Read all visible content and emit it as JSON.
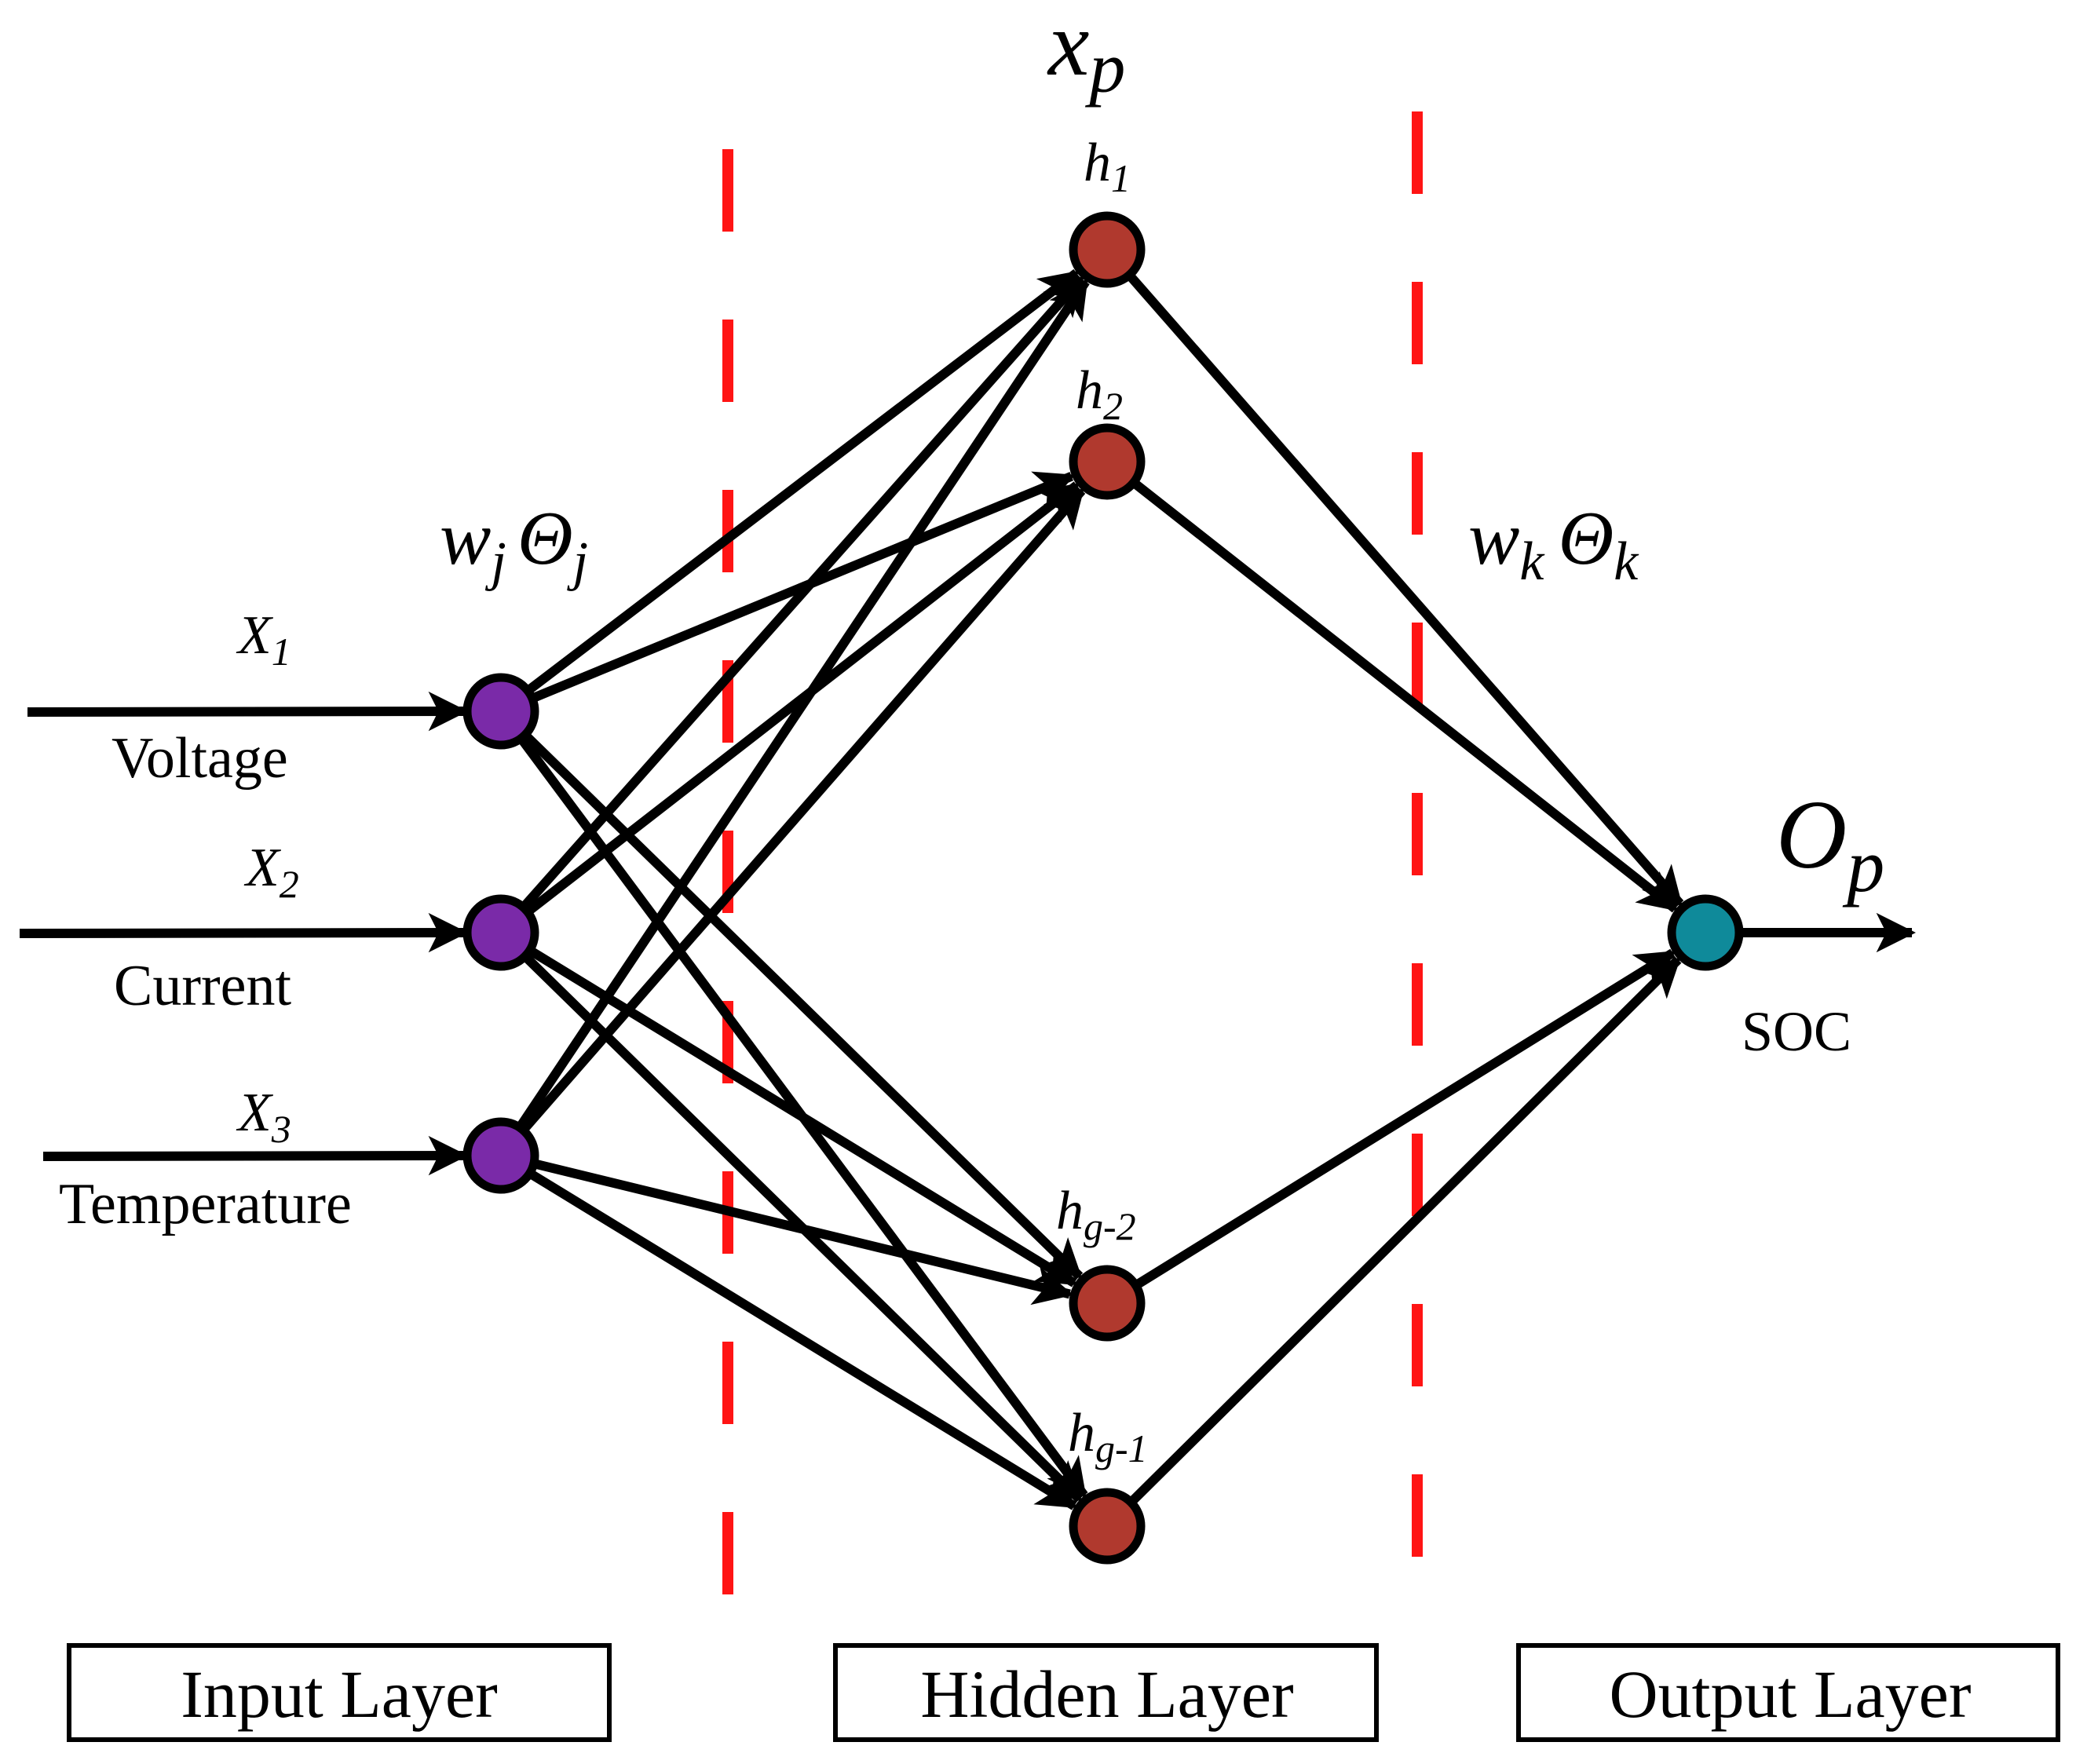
{
  "inputs": [
    {
      "label": "X",
      "sub": "1",
      "name": "Voltage"
    },
    {
      "label": "X",
      "sub": "2",
      "name": "Current"
    },
    {
      "label": "X",
      "sub": "3",
      "name": "Temperature"
    }
  ],
  "hidden_nodes": [
    {
      "label": "h",
      "sub": "1"
    },
    {
      "label": "h",
      "sub": "2"
    },
    {
      "label": "h",
      "sub": "g-2"
    },
    {
      "label": "h",
      "sub": "g-1"
    }
  ],
  "hidden_vector": {
    "label": "x",
    "sub": "p"
  },
  "input_weights": {
    "w": "w",
    "w_sub": "j",
    "theta": "Θ",
    "theta_sub": "j"
  },
  "output_weights": {
    "w": "w",
    "w_sub": "k",
    "theta": "Θ",
    "theta_sub": "k"
  },
  "output": {
    "label": "O",
    "sub": "p",
    "name": "SOC"
  },
  "layer_boxes": {
    "input": "Input Layer",
    "hidden": "Hidden Layer",
    "output": "Output Layer"
  },
  "colors": {
    "input_node": "#7a2aa8",
    "hidden_node": "#b0392e",
    "output_node": "#0f8a9a",
    "divider": "#ff1414",
    "edge": "#000000"
  }
}
